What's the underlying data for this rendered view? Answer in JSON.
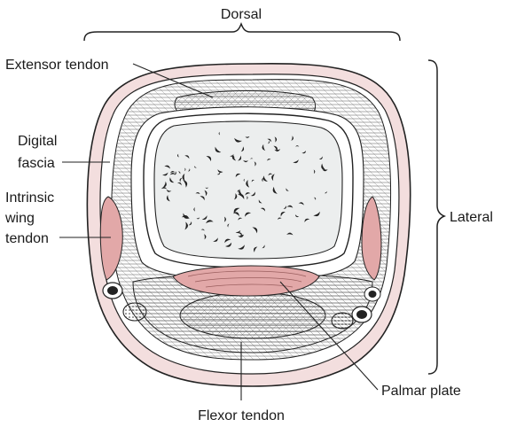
{
  "labels": {
    "dorsal": "Dorsal",
    "extensor_tendon": "Extensor tendon",
    "digital_fascia_line1": "Digital",
    "digital_fascia_line2": "fascia",
    "intrinsic_line1": "Intrinsic",
    "intrinsic_line2": "wing",
    "intrinsic_line3": "tendon",
    "lateral": "Lateral",
    "palmar_plate": "Palmar plate",
    "flexor_tendon": "Flexor tendon"
  },
  "colors": {
    "skin": "#f3dede",
    "tendon_pink": "#e2a8a8",
    "bone": "#eceeee",
    "fascia": "#ffffff",
    "outline": "#222222"
  }
}
